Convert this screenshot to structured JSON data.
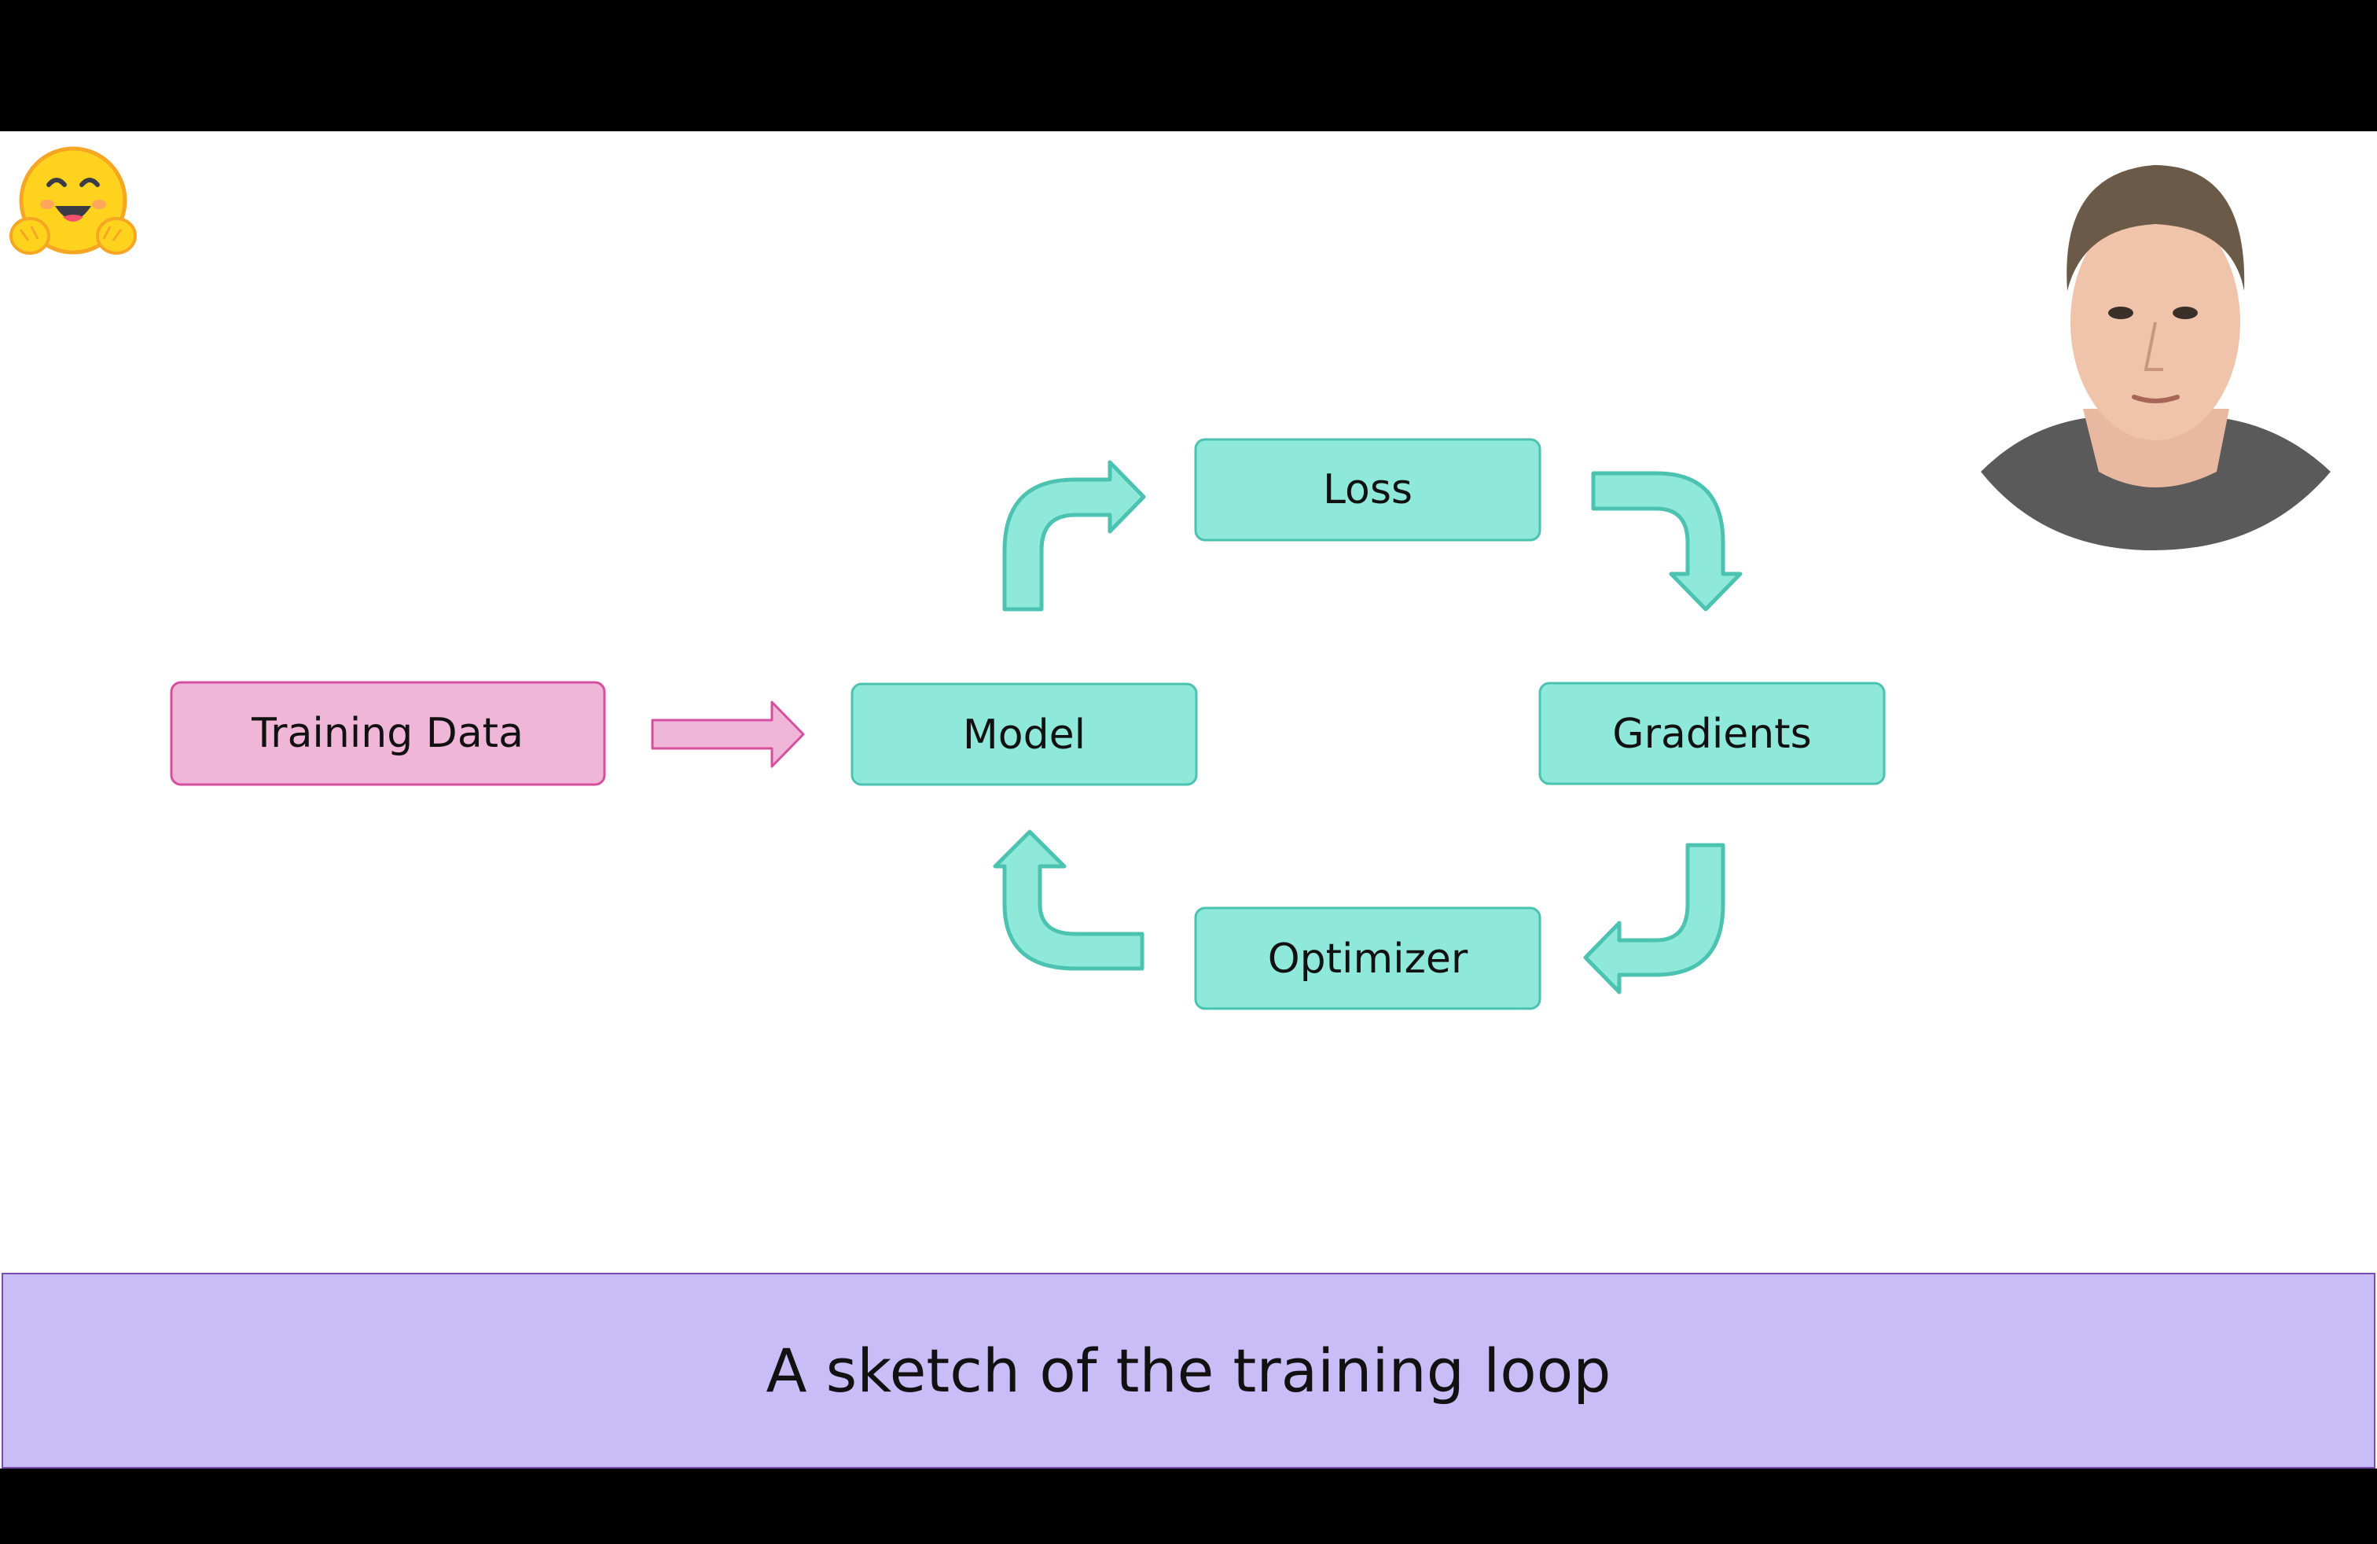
{
  "diagram": {
    "nodes": {
      "training_data": "Training Data",
      "model": "Model",
      "loss": "Loss",
      "gradients": "Gradients",
      "optimizer": "Optimizer"
    }
  },
  "caption": "A sketch of the training loop",
  "colors": {
    "input_node_fill": "#f0b6d8",
    "input_node_stroke": "#d64f9e",
    "loop_node_fill": "#8ee9da",
    "loop_node_stroke": "#4cc2b0",
    "caption_bar": "#c9bdf8",
    "caption_border": "#7a4bb0",
    "letterbox": "#000000"
  },
  "icons": {
    "logo": "hugging-face-emoji-icon",
    "presenter": "presenter-webcam"
  }
}
